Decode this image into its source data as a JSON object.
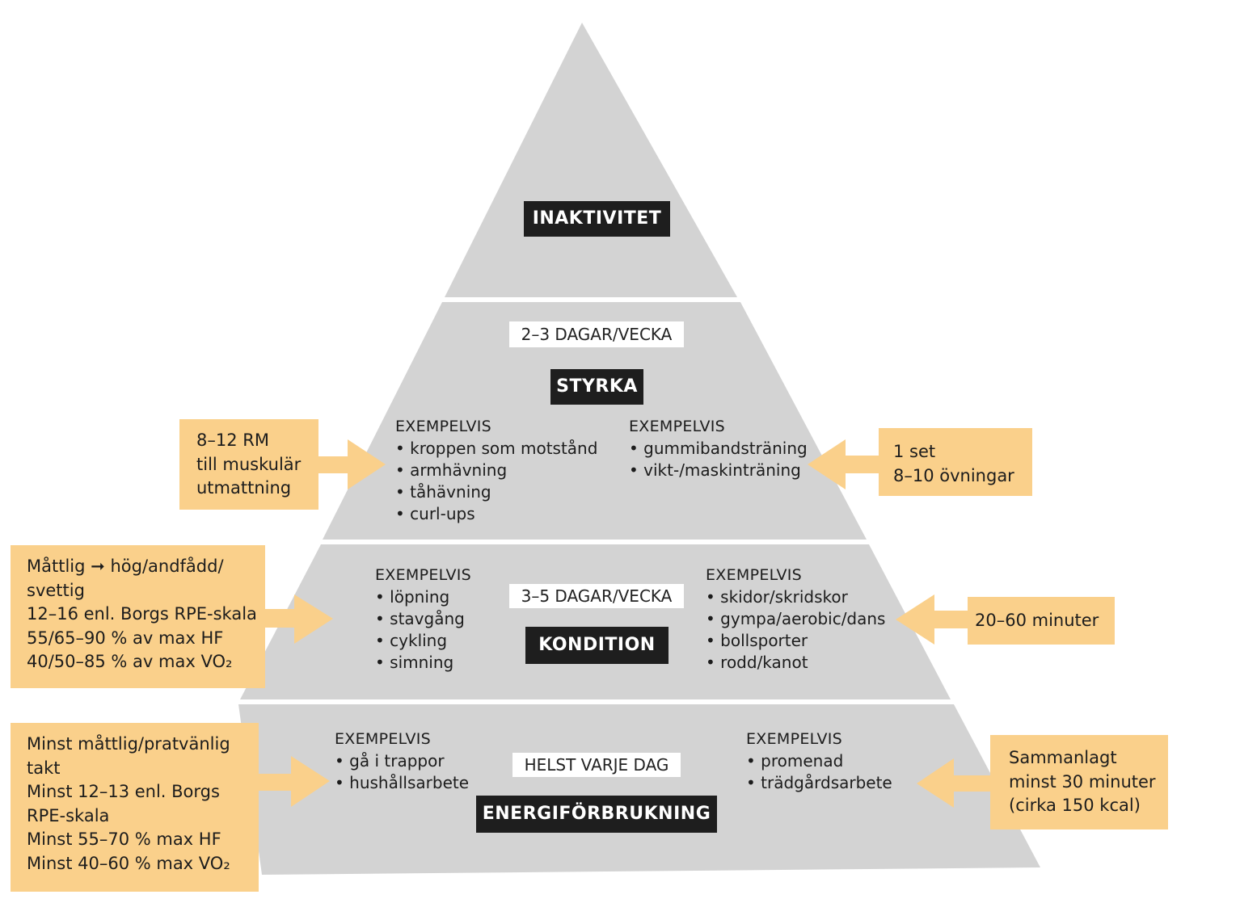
{
  "tiers": {
    "top": {
      "title": "INAKTIVITET"
    },
    "strength": {
      "frequency": "2–3 DAGAR/VECKA",
      "title": "STYRKA",
      "left_examples": {
        "heading": "EXEMPELVIS",
        "items": [
          "kroppen som motstånd",
          "armhävning",
          "tåhävning",
          "curl-ups"
        ]
      },
      "right_examples": {
        "heading": "EXEMPELVIS",
        "items": [
          "gummibandsträning",
          "vikt-/maskinträning"
        ]
      }
    },
    "condition": {
      "frequency": "3–5 DAGAR/VECKA",
      "title": "KONDITION",
      "left_examples": {
        "heading": "EXEMPELVIS",
        "items": [
          "löpning",
          "stavgång",
          "cykling",
          "simning"
        ]
      },
      "right_examples": {
        "heading": "EXEMPELVIS",
        "items": [
          "skidor/skridskor",
          "gympa/aerobic/dans",
          "bollsporter",
          "rodd/kanot"
        ]
      }
    },
    "energy": {
      "frequency": "HELST VARJE DAG",
      "title": "ENERGIFÖRBRUKNING",
      "left_examples": {
        "heading": "EXEMPELVIS",
        "items": [
          "gå i trappor",
          "hushållsarbete"
        ]
      },
      "right_examples": {
        "heading": "EXEMPELVIS",
        "items": [
          "promenad",
          "trädgårdsarbete"
        ]
      }
    }
  },
  "notes": {
    "strength_left": [
      "8–12 RM",
      "till muskulär",
      "utmattning"
    ],
    "strength_right": [
      "1 set",
      "8–10 övningar"
    ],
    "condition_left": {
      "line1_start": "Måttlig",
      "line1_arrow": "➞",
      "line1_end": "hög/andfådd/",
      "rest": [
        "svettig",
        "12–16 enl. Borgs RPE-skala",
        "55/65–90 % av max HF",
        "40/50–85 % av max VO₂"
      ]
    },
    "condition_right": [
      "20–60 minuter"
    ],
    "energy_left": [
      "Minst måttlig/pratvänlig",
      "takt",
      "Minst 12–13 enl. Borgs",
      "RPE-skala",
      "Minst 55–70 % max HF",
      "Minst 40–60 % max VO₂"
    ],
    "energy_right": [
      "Sammanlagt",
      "minst 30 minuter",
      "(cirka 150 kcal)"
    ]
  },
  "colors": {
    "pyramid": "#d3d3d3",
    "note": "#fad08b",
    "label": "#1e1e1e",
    "background": "#ffffff"
  }
}
